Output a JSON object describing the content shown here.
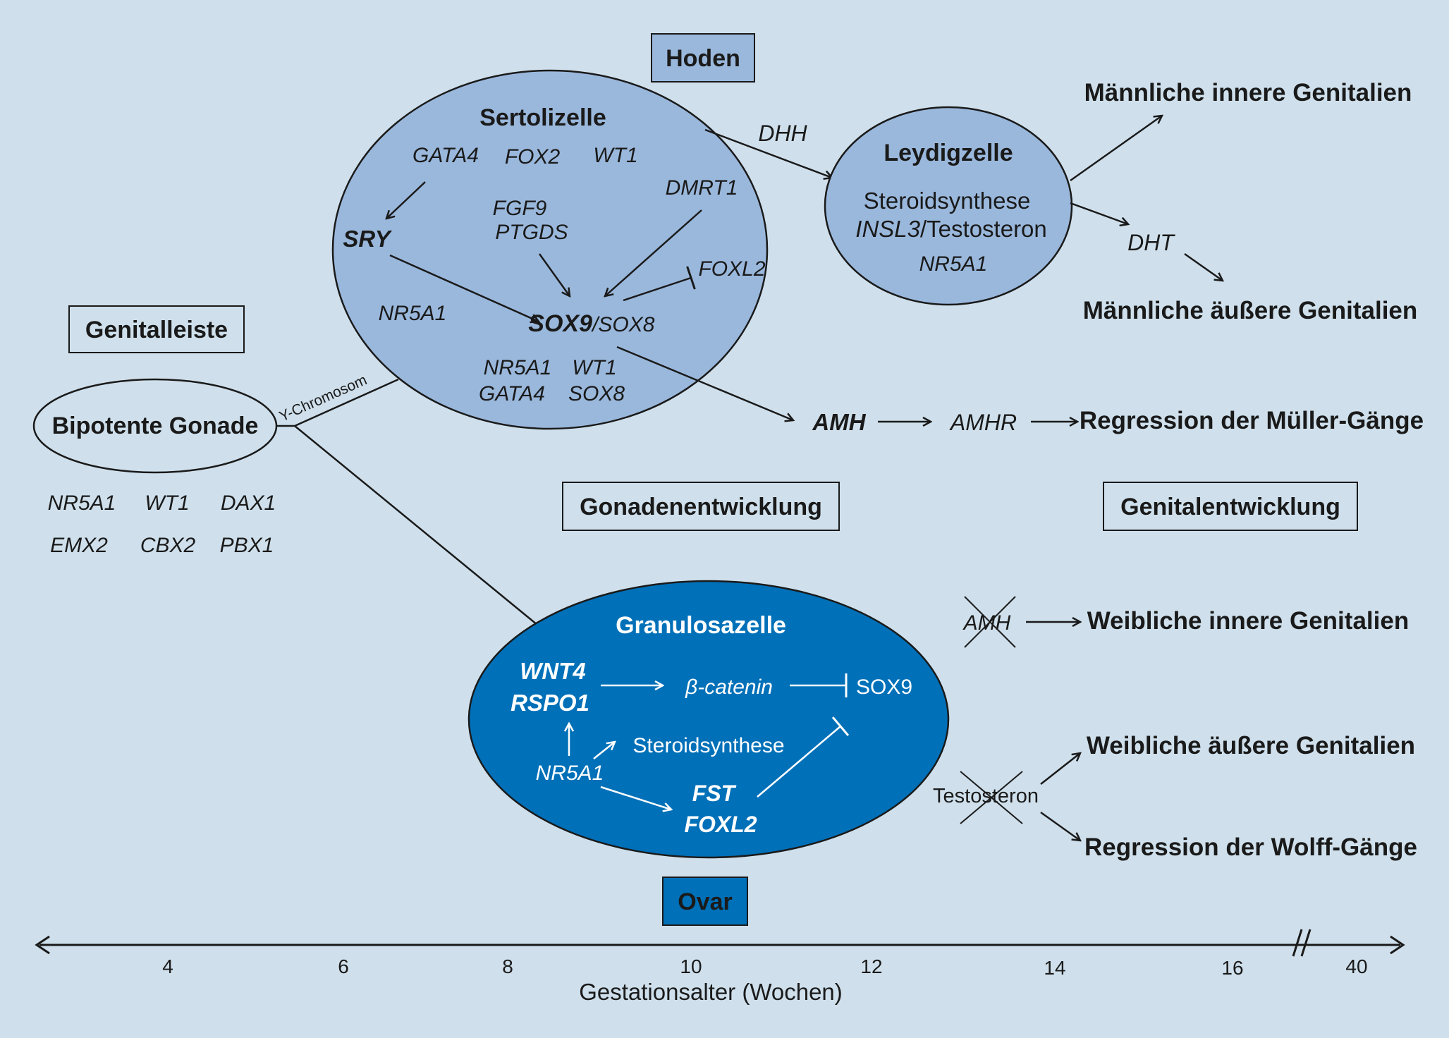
{
  "labels": {
    "hoden": "Hoden",
    "ovar": "Ovar",
    "genitalleiste": "Genitalleiste",
    "gonadenentwicklung": "Gonadenentwicklung",
    "genitalentwicklung": "Genitalentwicklung",
    "bipotente_gonade": "Bipotente Gonade",
    "y_chromosom": "Y-Chromosom"
  },
  "bipotent_genes": [
    "NR5A1",
    "WT1",
    "DAX1",
    "EMX2",
    "CBX2",
    "PBX1"
  ],
  "sertoli": {
    "title": "Sertolizelle",
    "gata4": "GATA4",
    "fox2": "FOX2",
    "wt1": "WT1",
    "sry": "SRY",
    "fgf9": "FGF9",
    "ptgds": "PTGDS",
    "dmrt1": "DMRT1",
    "foxl2": "FOXL2",
    "nr5a1": "NR5A1",
    "sox9": "SOX9",
    "sox8": "/SOX8",
    "bottom_genes": [
      "NR5A1",
      "WT1",
      "GATA4",
      "SOX8"
    ]
  },
  "leydig": {
    "title": "Leydigzelle",
    "line1": "Steroidsynthese",
    "insl3": "INSL3",
    "line2b": "/Testosteron",
    "nr5a1": "NR5A1"
  },
  "male_path": {
    "dhh": "DHH",
    "dht": "DHT",
    "amh": "AMH",
    "amhr": "AMHR",
    "inner": "Männliche innere Genitalien",
    "outer": "Männliche äußere Genitalien",
    "mueller": "Regression der Müller-Gänge"
  },
  "granulosa": {
    "title": "Granulosazelle",
    "wnt4": "WNT4",
    "rspo1": "RSPO1",
    "bcatenin": "β-catenin",
    "sox9": "SOX9",
    "steroid": "Steroidsynthese",
    "nr5a1": "NR5A1",
    "fst": "FST",
    "foxl2": "FOXL2"
  },
  "female_path": {
    "amh": "AMH",
    "testosteron": "Testosteron",
    "inner": "Weibliche innere Genitalien",
    "outer": "Weibliche äußere Genitalien",
    "wolff": "Regression der Wolff-Gänge"
  },
  "timeline": {
    "ticks": [
      "4",
      "6",
      "8",
      "10",
      "12",
      "14",
      "16",
      "40"
    ],
    "label": "Gestationsalter (Wochen)"
  },
  "colors": {
    "background": "#cfe0ec",
    "light_cell": "#9ab8dc",
    "dark_cell": "#0070b8",
    "hoden_box": "#9ab8dc",
    "ovar_box": "#0070b8"
  }
}
